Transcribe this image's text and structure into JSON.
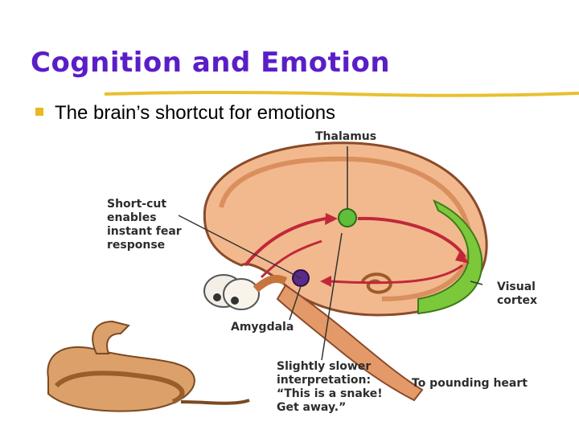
{
  "slide": {
    "title": "Cognition and Emotion",
    "bullet": "The brain’s shortcut for emotions"
  },
  "labels": {
    "thalamus": "Thalamus",
    "shortcut": [
      "Short-cut",
      "enables",
      "instant fear",
      "response"
    ],
    "visual_cortex": [
      "Visual",
      "cortex"
    ],
    "amygdala": "Amygdala",
    "slower": [
      "Slightly slower",
      "interpretation:",
      "“This is a snake!",
      "Get away.”"
    ],
    "heart": "To pounding heart"
  },
  "colors": {
    "title": "#5a1ec8",
    "bullet": "#e8b820",
    "thalamus_node": "#5fbf3a",
    "amygdala_node": "#5a2a8a",
    "brain": "#e8a070",
    "cortex_green": "#7bc83a"
  }
}
